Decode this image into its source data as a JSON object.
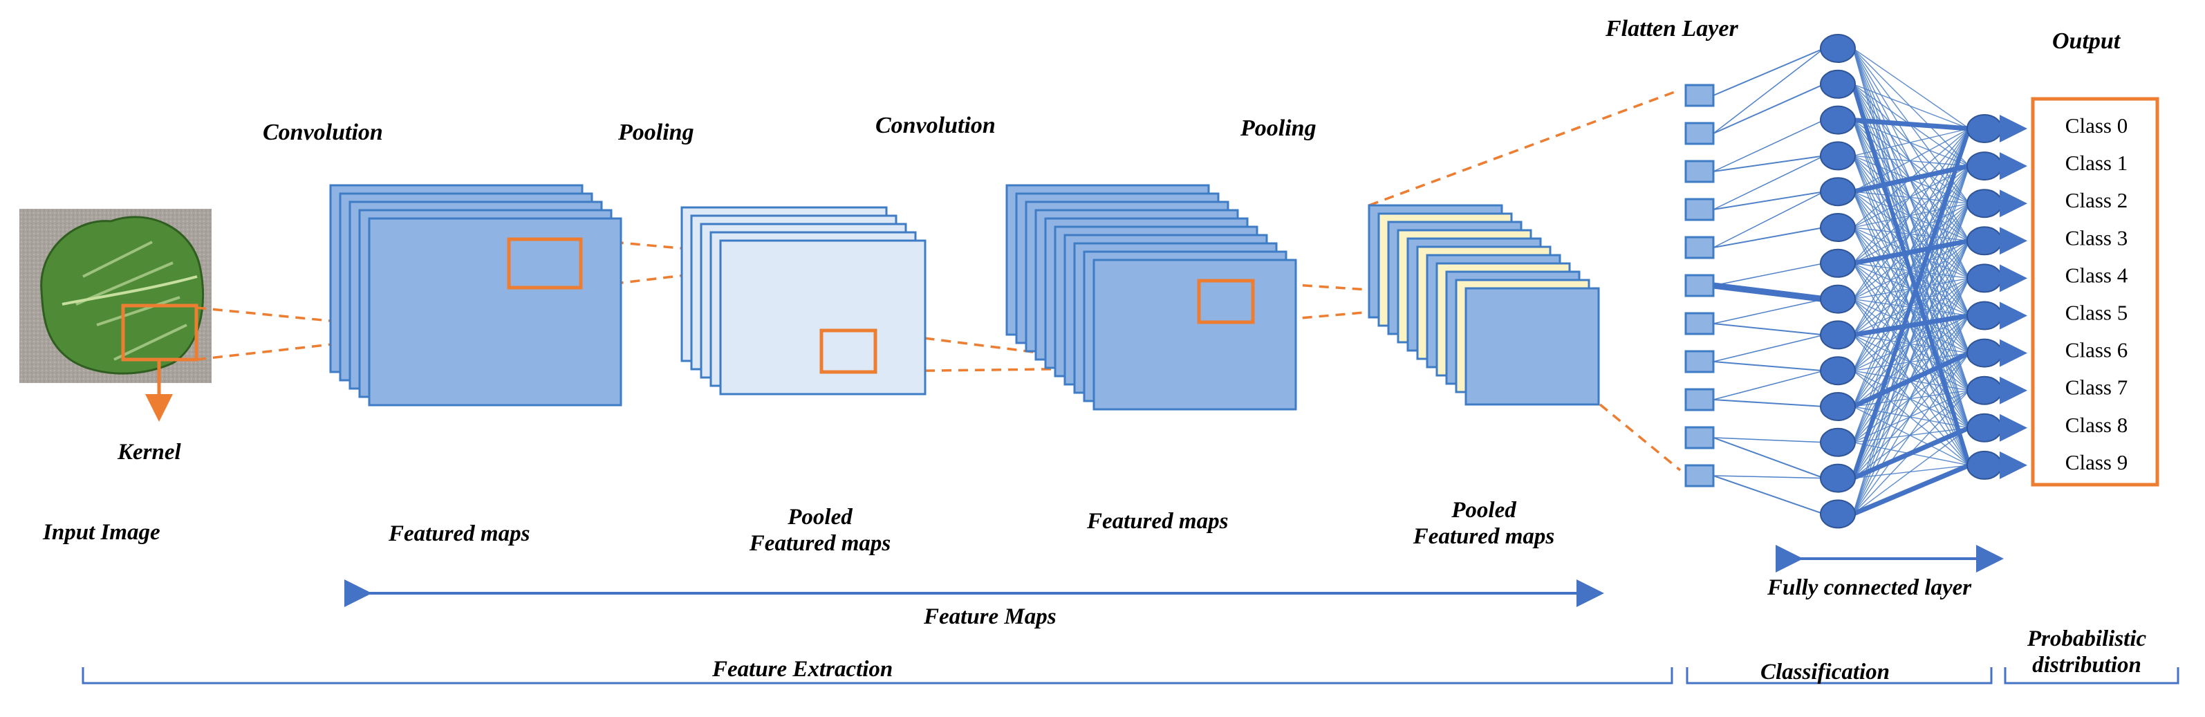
{
  "labels": {
    "convolution_1": "Convolution",
    "pooling_1": "Pooling",
    "convolution_2": "Convolution",
    "pooling_2": "Pooling",
    "flatten_layer": "Flatten Layer",
    "output": "Output",
    "kernel": "Kernel",
    "input_image": "Input Image",
    "featured_maps_1": "Featured maps",
    "pooled_featured_maps_1": [
      "Pooled",
      "Featured maps"
    ],
    "featured_maps_2": "Featured maps",
    "pooled_featured_maps_2": [
      "Pooled",
      "Featured maps"
    ],
    "fully_connected_layer": "Fully connected layer",
    "feature_maps": "Feature Maps",
    "feature_extraction": "Feature Extraction",
    "classification": "Classification",
    "probabilistic_distribution": [
      "Probabilistic",
      "distribution"
    ]
  },
  "classes": [
    "Class 0",
    "Class 1",
    "Class 2",
    "Class 3",
    "Class 4",
    "Class 5",
    "Class 6",
    "Class 7",
    "Class 8",
    "Class 9"
  ],
  "network": {
    "flatten_units": 11,
    "hidden_neurons": 14,
    "output_neurons": 10
  },
  "colors": {
    "map_fill": "#8fb4e3",
    "map_stroke": "#3f7cc6",
    "pooled_fill": "#dde9f6",
    "yellow_fill": "#fbf3c3",
    "kernel_orange": "#ed7d31",
    "neuron_blue": "#4472c4",
    "line_blue": "#4f81c9",
    "leaf_green": "#4f8a36"
  }
}
